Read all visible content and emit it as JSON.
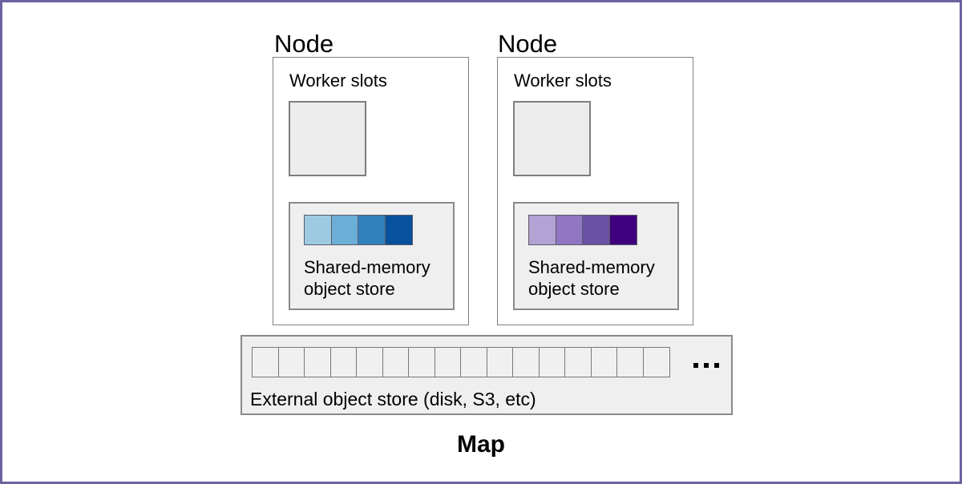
{
  "figure": {
    "caption": "Map",
    "border_color": "#6b629e",
    "background": "#ffffff"
  },
  "nodes": [
    {
      "label": "Node",
      "worker_slots_label": "Worker slots",
      "object_store_label": "Shared-memory\nobject store",
      "blocks": [
        {
          "color": "#9ecae1"
        },
        {
          "color": "#6baed6"
        },
        {
          "color": "#3182bd"
        },
        {
          "color": "#08519c"
        }
      ]
    },
    {
      "label": "Node",
      "worker_slots_label": "Worker slots",
      "object_store_label": "Shared-memory\nobject store",
      "blocks": [
        {
          "color": "#b3a2d4"
        },
        {
          "color": "#9176c4"
        },
        {
          "color": "#6a51a3"
        },
        {
          "color": "#3f007d"
        }
      ]
    }
  ],
  "external_store": {
    "label": "External object store (disk, S3, etc)",
    "slot_count": 16,
    "ellipsis": "..."
  }
}
